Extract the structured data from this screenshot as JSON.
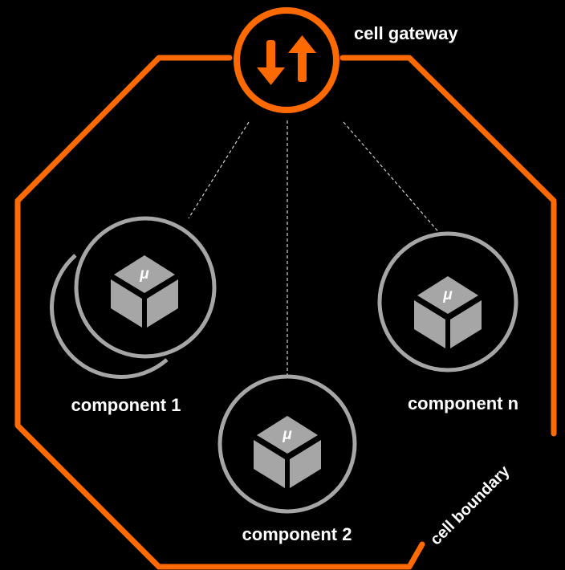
{
  "gateway": {
    "label": "cell gateway",
    "icon": "up-down-arrows-icon"
  },
  "boundary": {
    "label": "cell boundary"
  },
  "components": [
    {
      "label": "component 1",
      "badge": "μ",
      "icon": "cube-icon"
    },
    {
      "label": "component 2",
      "badge": "μ",
      "icon": "cube-icon"
    },
    {
      "label": "component n",
      "badge": "μ",
      "icon": "cube-icon"
    }
  ],
  "colors": {
    "background": "#000000",
    "accent": "#ff6a00",
    "ring": "#a6a6a6",
    "cube": "#a6a6a6",
    "text": "#ffffff",
    "connector": "#d0d0d0"
  }
}
